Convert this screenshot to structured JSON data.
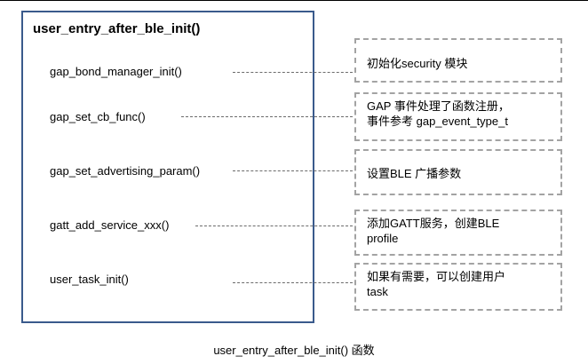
{
  "main_box": {
    "title": "user_entry_after_ble_init()",
    "functions": [
      "gap_bond_manager_init()",
      "gap_set_cb_func()",
      "gap_set_advertising_param()",
      "gatt_add_service_xxx()",
      "user_task_init()"
    ]
  },
  "notes": [
    {
      "lines": [
        "初始化security 模块"
      ]
    },
    {
      "lines": [
        "GAP 事件处理了函数注册，",
        "事件参考 gap_event_type_t"
      ]
    },
    {
      "lines": [
        "设置BLE 广播参数"
      ]
    },
    {
      "lines": [
        "添加GATT服务，创建BLE",
        "profile"
      ]
    },
    {
      "lines": [
        "如果有需要，可以创建用户",
        "task"
      ]
    }
  ],
  "caption": "user_entry_after_ble_init()  函数",
  "colors": {
    "main_border": "#3a5a8c",
    "note_border": "#a3a3a3",
    "connector": "#6b6b6b"
  }
}
